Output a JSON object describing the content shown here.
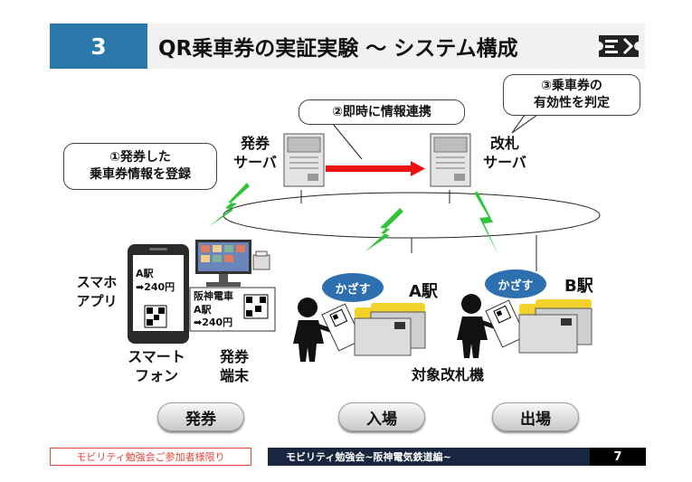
{
  "header": {
    "number": "3",
    "title": "QR乗車券の実証実験 〜 システム構成"
  },
  "callouts": {
    "register_l1": "①発券した",
    "register_l2": "乗車券情報を登録",
    "link": "②即時に情報連携",
    "judge_l1": "③乗車券の",
    "judge_l2": "有効性を判定"
  },
  "servers": {
    "issue_l1": "発券",
    "issue_l2": "サーバ",
    "gate_l1": "改札",
    "gate_l2": "サーバ"
  },
  "devices": {
    "app_l1": "スマホ",
    "app_l2": "アプリ",
    "phone_l1": "スマート",
    "phone_l2": "フォン",
    "terminal_l1": "発券",
    "terminal_l2": "端末",
    "phone_screen_station": "A駅",
    "phone_screen_fare": "➡240円",
    "ticket_company": "阪神電車",
    "ticket_station": "A駅",
    "ticket_fare": "➡240円"
  },
  "stations": {
    "hold_label": "かざす",
    "station_a": "A駅",
    "station_b": "B駅",
    "gates_label": "対象改札機"
  },
  "buttons": {
    "issue": "発券",
    "entry": "入場",
    "exit": "出場"
  },
  "footer": {
    "left": "モビリティ勉強会ご参加者様限り",
    "middle": "モビリティ勉強会~阪神電気鉄道編~",
    "page": "7"
  },
  "colors": {
    "accent": "#2b78ad",
    "arrow": "#ee1111",
    "lightning": "#2fc43a",
    "gate_yellow": "#f2d22a"
  }
}
